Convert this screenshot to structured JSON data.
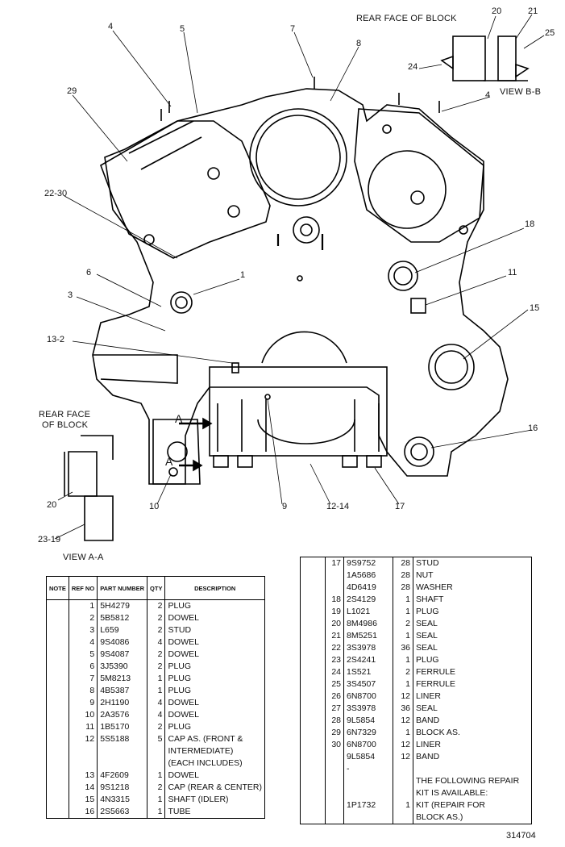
{
  "callouts": {
    "rear_face_block_top": "REAR FACE OF BLOCK",
    "view_bb": "VIEW B-B",
    "rear_face_block_left_1": "REAR FACE",
    "rear_face_block_left_2": "OF BLOCK",
    "view_aa": "VIEW A-A",
    "n4a": "4",
    "n5": "5",
    "n7": "7",
    "n8": "8",
    "n29": "29",
    "n4b": "4",
    "n20a": "20",
    "n21": "21",
    "n25": "25",
    "n24": "24",
    "n22_30": "22-30",
    "n18": "18",
    "n6": "6",
    "n1": "1",
    "n11": "11",
    "n3": "3",
    "n15": "15",
    "n13_2": "13-2",
    "n16": "16",
    "n10": "10",
    "n9": "9",
    "n12_14": "12-14",
    "n17": "17",
    "n20b": "20",
    "n23_19": "23-19",
    "letterA1": "A",
    "letterA2": "A"
  },
  "table_headers": {
    "note": "NOTE",
    "ref": "REF NO",
    "part": "PART NUMBER",
    "qty": "QTY",
    "desc": "DESCRIPTION"
  },
  "left_table": [
    {
      "ref": "1",
      "part": "5H4279",
      "qty": "2",
      "desc": "PLUG"
    },
    {
      "ref": "2",
      "part": "5B5812",
      "qty": "2",
      "desc": "DOWEL"
    },
    {
      "ref": "3",
      "part": "L659",
      "qty": "2",
      "desc": "STUD"
    },
    {
      "ref": "4",
      "part": "9S4086",
      "qty": "4",
      "desc": "DOWEL"
    },
    {
      "ref": "5",
      "part": "9S4087",
      "qty": "2",
      "desc": "DOWEL"
    },
    {
      "ref": "6",
      "part": "3J5390",
      "qty": "2",
      "desc": "PLUG"
    },
    {
      "ref": "7",
      "part": "5M8213",
      "qty": "1",
      "desc": "PLUG"
    },
    {
      "ref": "8",
      "part": "4B5387",
      "qty": "1",
      "desc": "PLUG"
    },
    {
      "ref": "9",
      "part": "2H1190",
      "qty": "4",
      "desc": "DOWEL"
    },
    {
      "ref": "10",
      "part": "2A3576",
      "qty": "4",
      "desc": "DOWEL"
    },
    {
      "ref": "11",
      "part": "1B5170",
      "qty": "2",
      "desc": "PLUG"
    },
    {
      "ref": "12",
      "part": "5S5188",
      "qty": "5",
      "desc": "CAP AS. (FRONT &"
    },
    {
      "ref": "",
      "part": "",
      "qty": "",
      "desc": "INTERMEDIATE)"
    },
    {
      "ref": "",
      "part": "",
      "qty": "",
      "desc": "(EACH INCLUDES)"
    },
    {
      "ref": "13",
      "part": "4F2609",
      "qty": "1",
      "desc": "DOWEL"
    },
    {
      "ref": "14",
      "part": "9S1218",
      "qty": "2",
      "desc": "CAP (REAR & CENTER)"
    },
    {
      "ref": "15",
      "part": "4N3315",
      "qty": "1",
      "desc": "SHAFT (IDLER)"
    },
    {
      "ref": "16",
      "part": "2S5663",
      "qty": "1",
      "desc": "TUBE"
    }
  ],
  "right_table": [
    {
      "ref": "17",
      "part": "9S9752",
      "qty": "28",
      "desc": "STUD"
    },
    {
      "ref": "",
      "part": "1A5686",
      "qty": "28",
      "desc": "NUT"
    },
    {
      "ref": "",
      "part": "4D6419",
      "qty": "28",
      "desc": "WASHER"
    },
    {
      "ref": "18",
      "part": "2S4129",
      "qty": "1",
      "desc": "SHAFT"
    },
    {
      "ref": "19",
      "part": "L1021",
      "qty": "1",
      "desc": "PLUG"
    },
    {
      "ref": "20",
      "part": "8M4986",
      "qty": "2",
      "desc": "SEAL"
    },
    {
      "ref": "21",
      "part": "8M5251",
      "qty": "1",
      "desc": "SEAL"
    },
    {
      "ref": "22",
      "part": "3S3978",
      "qty": "36",
      "desc": "SEAL"
    },
    {
      "ref": "23",
      "part": "2S4241",
      "qty": "1",
      "desc": "PLUG"
    },
    {
      "ref": "24",
      "part": "1S521",
      "qty": "2",
      "desc": "FERRULE"
    },
    {
      "ref": "25",
      "part": "3S4507",
      "qty": "1",
      "desc": "FERRULE"
    },
    {
      "ref": "26",
      "part": "6N8700",
      "qty": "12",
      "desc": "LINER"
    },
    {
      "ref": "27",
      "part": "3S3978",
      "qty": "36",
      "desc": "SEAL"
    },
    {
      "ref": "28",
      "part": "9L5854",
      "qty": "12",
      "desc": "BAND"
    },
    {
      "ref": "29",
      "part": "6N7329",
      "qty": "1",
      "desc": "BLOCK AS."
    },
    {
      "ref": "30",
      "part": "6N8700",
      "qty": "12",
      "desc": "LINER"
    },
    {
      "ref": "",
      "part": "9L5854",
      "qty": "12",
      "desc": "BAND"
    },
    {
      "ref": "",
      "part": "-",
      "qty": "",
      "desc": ""
    },
    {
      "ref": "",
      "part": "",
      "qty": "",
      "desc": "THE FOLLOWING REPAIR"
    },
    {
      "ref": "",
      "part": "",
      "qty": "",
      "desc": "KIT IS AVAILABLE:"
    },
    {
      "ref": "",
      "part": "1P1732",
      "qty": "1",
      "desc": "KIT (REPAIR FOR"
    },
    {
      "ref": "",
      "part": "",
      "qty": "",
      "desc": "BLOCK AS.)"
    }
  ],
  "figure_number": "314704"
}
